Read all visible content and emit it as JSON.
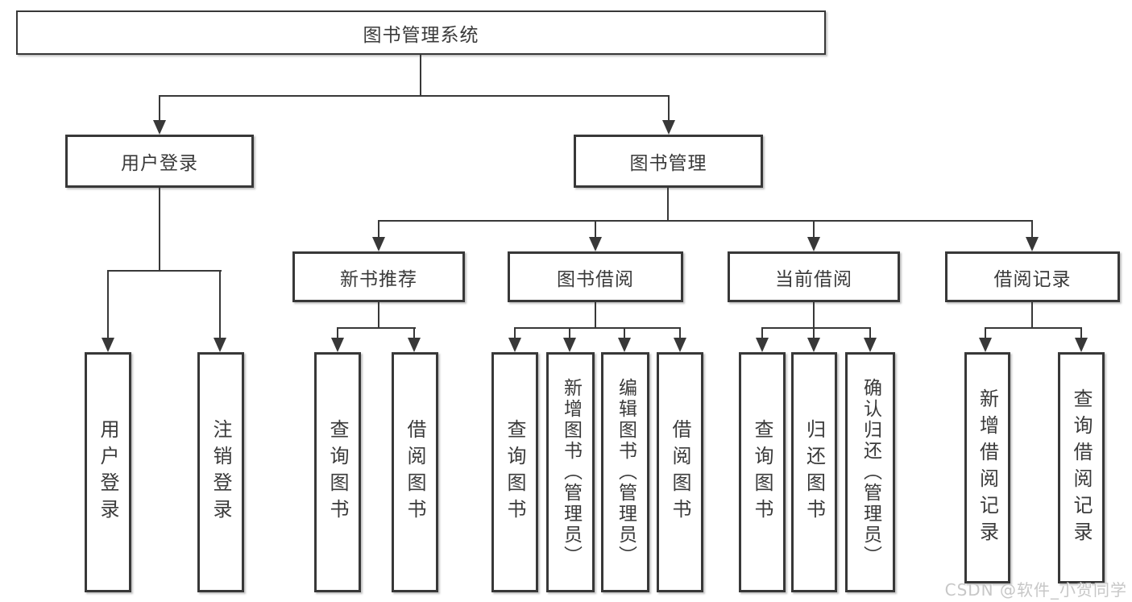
{
  "diagram": {
    "root": {
      "label": "图书管理系统"
    },
    "level2": [
      {
        "label": "用户登录"
      },
      {
        "label": "图书管理"
      }
    ],
    "level3": [
      {
        "label": "新书推荐"
      },
      {
        "label": "图书借阅"
      },
      {
        "label": "当前借阅"
      },
      {
        "label": "借阅记录"
      }
    ],
    "leaves": [
      {
        "label": "用户登录"
      },
      {
        "label": "注销登录"
      },
      {
        "label": "查询图书"
      },
      {
        "label": "借阅图书"
      },
      {
        "label": "查询图书"
      },
      {
        "label": "新增图书（管理员）"
      },
      {
        "label": "编辑图书（管理员）"
      },
      {
        "label": "借阅图书"
      },
      {
        "label": "查询图书"
      },
      {
        "label": "归还图书"
      },
      {
        "label": "确认归还（管理员）"
      },
      {
        "label": "新增借阅记录"
      },
      {
        "label": "查询借阅记录"
      }
    ],
    "watermark": "CSDN @软件_小贺同学",
    "colors": {
      "line": "#383838",
      "text": "#3a3a3a",
      "background": "#ffffff",
      "watermark": "#c7c7c7"
    }
  }
}
